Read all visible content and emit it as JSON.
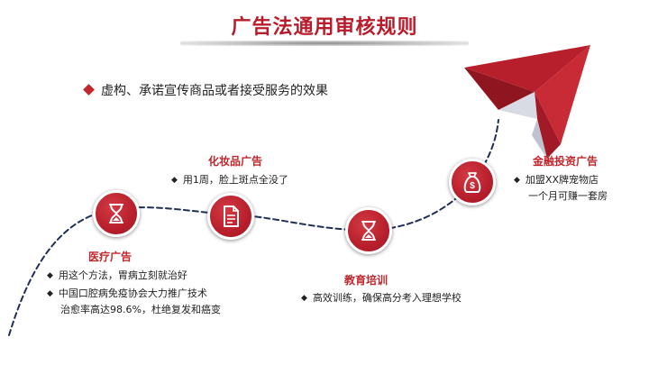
{
  "title": "广告法通用审核规则",
  "lead": "虚构、承诺宣传商品或者接受服务的效果",
  "bullet_marker": "◆",
  "nodes": [
    {
      "label": "医疗广告",
      "icon": "hourglass-icon",
      "lines": [
        "用这个方法，胃病立刻就治好",
        "中国口腔病免疫协会大力推广技术"
      ],
      "continuation": "治愈率高达98.6%，杜绝复发和癌变"
    },
    {
      "label": "化妆品广告",
      "icon": "document-icon",
      "lines": [
        "用1周，脸上斑点全没了"
      ]
    },
    {
      "label": "教育培训",
      "icon": "hourglass-icon",
      "lines": [
        "高效训练，确保高分考入理想学校"
      ]
    },
    {
      "label": "金融投资广告",
      "icon": "money-bag-icon",
      "lines": [
        "加盟XX牌宠物店"
      ],
      "continuation": "一个月可赚一套房"
    }
  ],
  "colors": {
    "accent": "#c1272d",
    "path": "#1f2f55",
    "plane_dark": "#8f1521",
    "plane_light": "#d8dbe4"
  }
}
